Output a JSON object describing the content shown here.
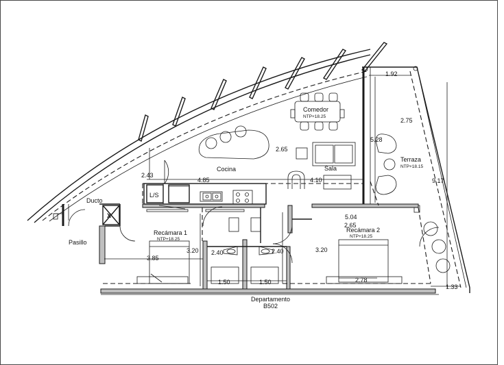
{
  "rooms": {
    "comedor": "Comedor",
    "comedor_ntp": "NTP+18.25",
    "cocina": "Cocina",
    "sala": "Sala",
    "terraza": "Terraza",
    "terraza_ntp": "NTP+18.15",
    "recamara1": "Recámara 1",
    "recamara1_ntp": "NTP+18.25",
    "recamara2": "Recámara 2",
    "recamara2_ntp": "NTP+18.25",
    "pasillo": "Pasillo",
    "ducto": "Ducto",
    "ls": "L/S",
    "x": "X"
  },
  "dims": {
    "d192": "1.92",
    "d275": "2.75",
    "d528": "5.28",
    "d265a": "2.65",
    "d243": "2.43",
    "d485": "4.85",
    "d410": "4.10",
    "d917": "9.17",
    "d504": "5.04",
    "d265b": "2.65",
    "d240a": "2.40",
    "d240b": "2.40",
    "d320a": "3.20",
    "d320b": "3.20",
    "d385": "3.85",
    "d150a": "1.50",
    "d150b": "1.50",
    "d278": "2.78",
    "d133": "1.33"
  },
  "unit": {
    "line1": "Departamento",
    "line2": "B502"
  }
}
